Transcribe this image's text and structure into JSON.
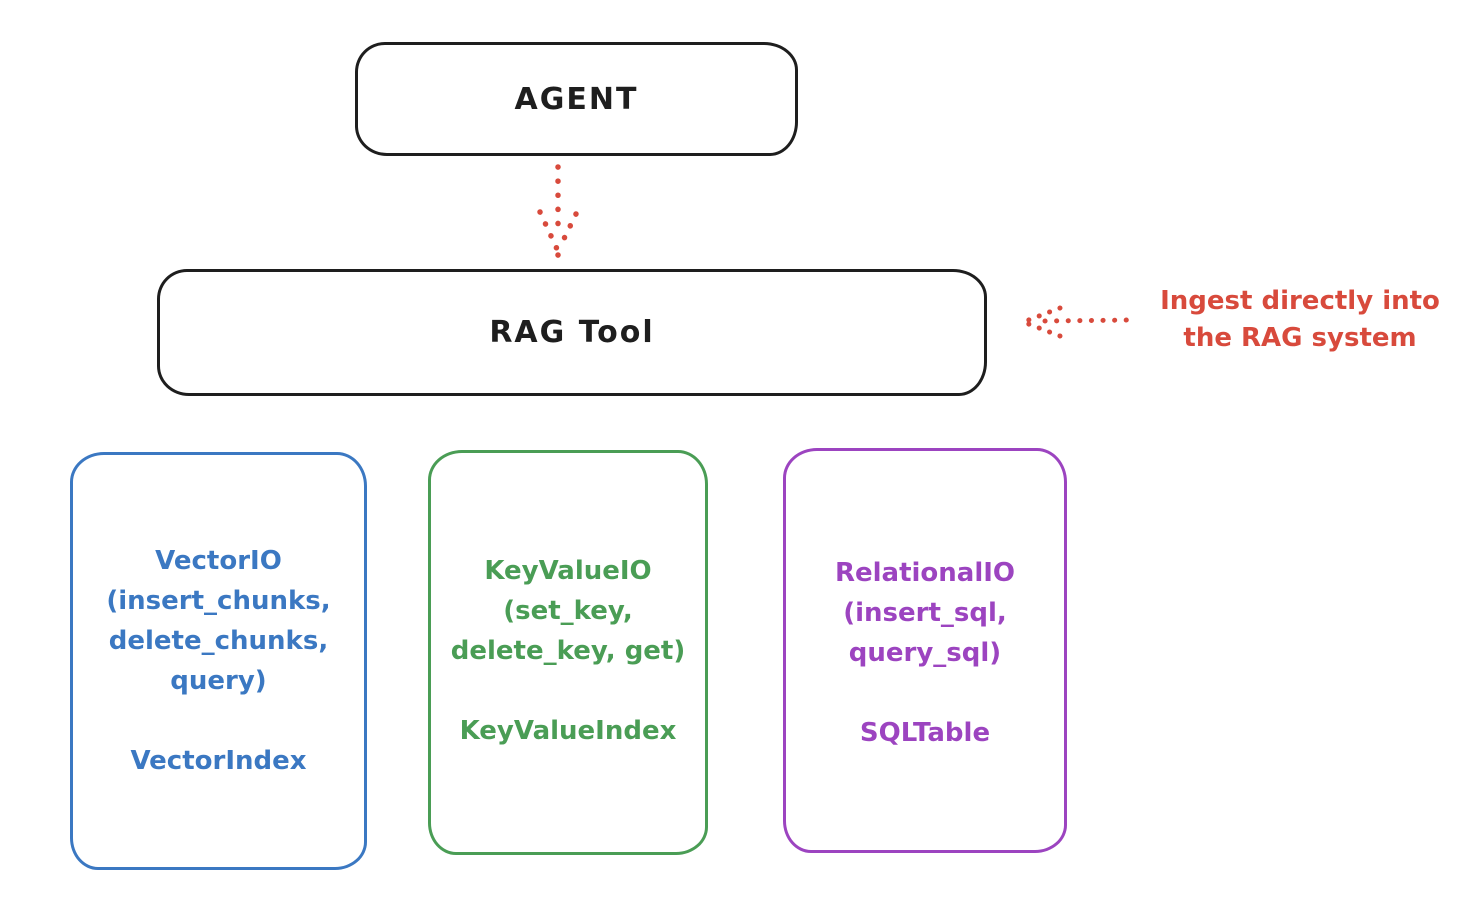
{
  "colors": {
    "stroke_black": "#1e1e1e",
    "red": "#d84a3c",
    "blue": "#3b78c2",
    "green": "#4a9d55",
    "purple": "#9c44c0",
    "background": "#ffffff"
  },
  "nodes": {
    "agent": {
      "label": "AGENT"
    },
    "rag_tool": {
      "label": "RAG Tool"
    }
  },
  "arrows": [
    {
      "name": "agent-to-rag-tool",
      "style": "dotted",
      "color": "#d84a3c",
      "direction": "down"
    },
    {
      "name": "annotation-to-rag-tool",
      "style": "dotted",
      "color": "#d84a3c",
      "direction": "left"
    }
  ],
  "annotation": {
    "line1": "Ingest directly into",
    "line2": "the RAG system",
    "color": "#d84a3c"
  },
  "storage_boxes": [
    {
      "name": "VectorIO",
      "color": "#3b78c2",
      "lines": [
        "VectorIO",
        "(insert_chunks,",
        "delete_chunks,",
        "query)"
      ],
      "index_label": "VectorIndex"
    },
    {
      "name": "KeyValueIO",
      "color": "#4a9d55",
      "lines": [
        "KeyValueIO",
        "(set_key,",
        "delete_key, get)"
      ],
      "index_label": "KeyValueIndex"
    },
    {
      "name": "RelationalIO",
      "color": "#9c44c0",
      "lines": [
        "RelationalIO",
        "(insert_sql,",
        "query_sql)"
      ],
      "index_label": "SQLTable"
    }
  ]
}
